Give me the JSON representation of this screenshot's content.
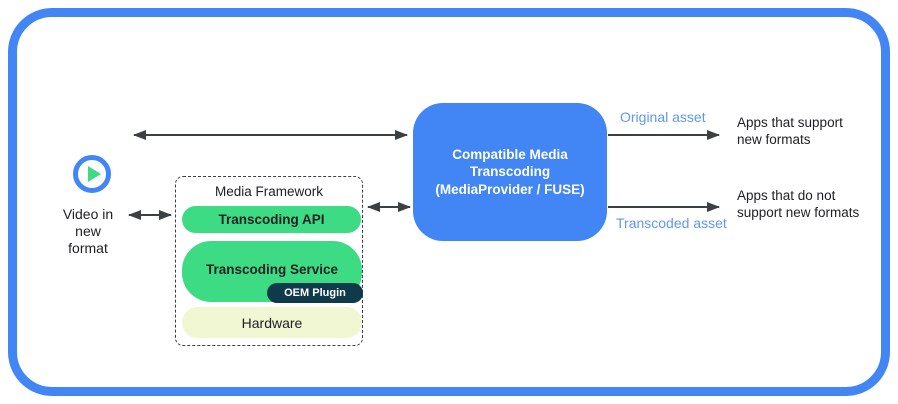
{
  "diagram": {
    "source": {
      "icon": "play",
      "label": "Video in\nnew\nformat"
    },
    "media_framework": {
      "title": "Media Framework",
      "transcoding_api": "Transcoding API",
      "transcoding_service": "Transcoding Service",
      "oem_plugin": "OEM Plugin",
      "hardware": "Hardware"
    },
    "transcoder": {
      "label": "Compatible Media\nTranscoding\n(MediaProvider / FUSE)"
    },
    "flows": {
      "original_asset": "Original asset",
      "transcoded_asset": "Transcoded asset"
    },
    "consumers": {
      "support": "Apps that support\nnew formats",
      "no_support": "Apps that do not\nsupport new formats"
    },
    "colors": {
      "frame_blue": "#4285F4",
      "transcoder_blue": "#4285F4",
      "flow_label_blue": "#5E97F6",
      "android_green": "#3DDC84",
      "oem_navy": "#0E3A4C",
      "hardware_cream": "#F1F6D3",
      "arrow_gray": "#3C4043",
      "text_black": "#202124"
    }
  }
}
